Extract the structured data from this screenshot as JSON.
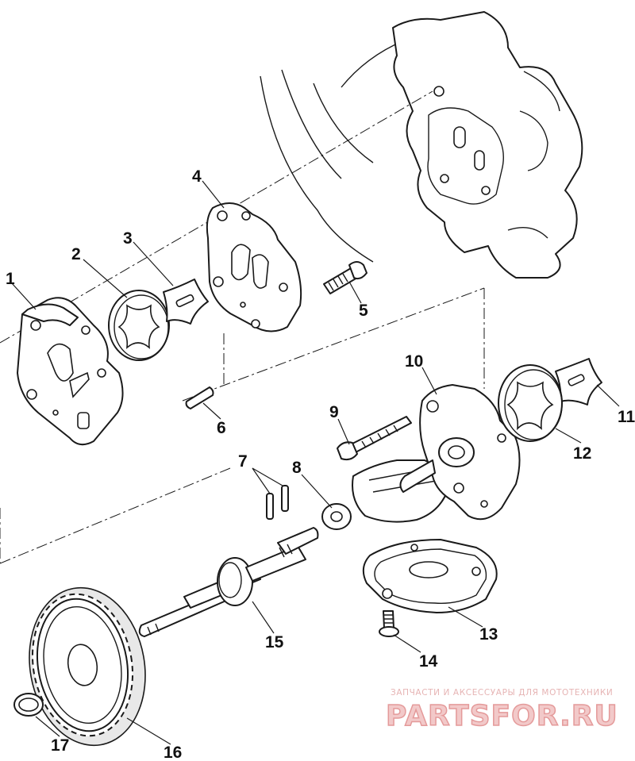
{
  "callouts": [
    {
      "id": "1",
      "label": "1"
    },
    {
      "id": "2",
      "label": "2"
    },
    {
      "id": "3",
      "label": "3"
    },
    {
      "id": "4",
      "label": "4"
    },
    {
      "id": "5",
      "label": "5"
    },
    {
      "id": "6",
      "label": "6"
    },
    {
      "id": "7",
      "label": "7"
    },
    {
      "id": "8",
      "label": "8"
    },
    {
      "id": "9",
      "label": "9"
    },
    {
      "id": "10",
      "label": "10"
    },
    {
      "id": "11",
      "label": "11"
    },
    {
      "id": "12",
      "label": "12"
    },
    {
      "id": "13",
      "label": "13"
    },
    {
      "id": "14",
      "label": "14"
    },
    {
      "id": "15",
      "label": "15"
    },
    {
      "id": "16",
      "label": "16"
    },
    {
      "id": "17",
      "label": "17"
    }
  ],
  "watermark": {
    "tagline": "ЗАПЧАСТИ И АКСЕССУАРЫ ДЛЯ МОТОТЕХНИКИ",
    "brand": "PARTSFOR.RU"
  },
  "colors": {
    "line": "#1a1a1a",
    "watermark": "#e49a9a"
  }
}
